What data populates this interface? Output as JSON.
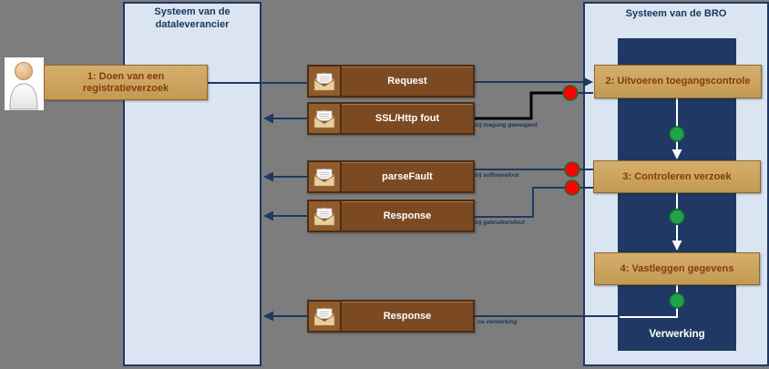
{
  "colors": {
    "background": "#7d7d7d",
    "panel_fill": "#dbe5f1",
    "panel_border": "#1f3864",
    "inner_rect": "#1f3864",
    "step_fill": "#cba15d",
    "step_text": "#843c0c",
    "message_fill": "#7b4a23",
    "message_text": "#ffffff",
    "error_dot": "#fe0000",
    "ok_dot": "#22a14b",
    "error_path": "#000000",
    "flow_line": "#1f3864",
    "inner_flow_line": "#ffffff"
  },
  "panels": {
    "left": {
      "title": "Systeem van de dataleverancier"
    },
    "right": {
      "title": "Systeem van de BRO",
      "processing_label": "Verwerking"
    }
  },
  "steps": [
    {
      "label": "1: Doen van een registratieverzoek"
    },
    {
      "label": "2: Uitvoeren toegangscontrole"
    },
    {
      "label": "3: Controleren verzoek"
    },
    {
      "label": "4: Vastleggen gegevens"
    }
  ],
  "messages": [
    {
      "label": "Request"
    },
    {
      "label": "SSL/Http fout",
      "annotation": "bij toegang geweigerd"
    },
    {
      "label": "parseFault",
      "annotation": "bij softwarefout"
    },
    {
      "label": "Response",
      "annotation": "bij gebruikersfout"
    },
    {
      "label": "Response",
      "annotation": "na verwerking"
    }
  ]
}
